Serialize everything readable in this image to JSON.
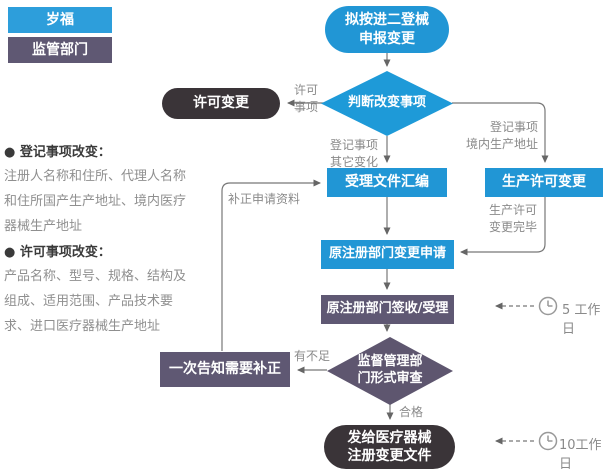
{
  "legend": {
    "applicant": "岁福",
    "regulator": "监管部门"
  },
  "nodes": {
    "start": "拟按进二登械\n申报变更",
    "decision_judge": "判断改变事项",
    "license_change": "许可变更",
    "accept_docs": "受理文件汇编",
    "production_license_change": "生产许可变更",
    "orig_dept_apply": "原注册部门变更申请",
    "orig_dept_receive": "原注册部门签收/受理",
    "decision_review": "监督管理部\n门形式审查",
    "notify_correction": "一次告知需要补正",
    "end": "发给医疗器械\n注册变更文件"
  },
  "edge_labels": {
    "license_item": "许可\n事项",
    "registration_other": "登记事项\n其它变化",
    "registration_domestic": "登记事项\n境内生产地址",
    "production_done": "生产许可\n变更完毕",
    "correction_material": "补正申请资料",
    "insufficient": "有不足",
    "qualified": "合格"
  },
  "durations": {
    "receive": "5 工作日",
    "issue": "10工作日"
  },
  "notes": {
    "registration_heading": "● 登记事项改变：",
    "registration_body": "注册人名称和住所、代理人名称\n和住所国产生产地址、境内医疗\n器械生产地址",
    "license_heading": "● 许可事项改变：",
    "license_body": "产品名称、型号、规格、结构及\n组成、适用范围、产品技术要\n求、进口医疗器械生产地址"
  },
  "colors": {
    "blue": "#2196d5",
    "legend_blue": "#2d9edb",
    "purple": "#5f5873",
    "dark": "#3a3438",
    "line": "#777777",
    "label_gray": "#8a8a8a"
  }
}
